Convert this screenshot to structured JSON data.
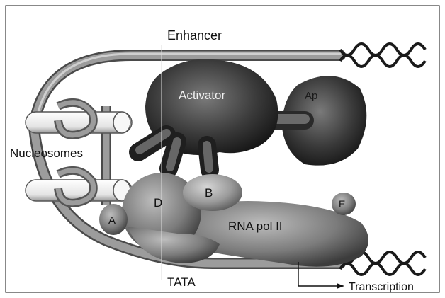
{
  "labels": {
    "enhancer": "Enhancer",
    "activator": "Activator",
    "nucleosomes": "Nucleosomes",
    "tata": "TATA",
    "transcription": "Transcription",
    "rna_pol": "RNA pol II",
    "factor_a": "A",
    "factor_b": "B",
    "factor_d": "D",
    "factor_e": "E",
    "partial_protein": "Ap"
  },
  "colors": {
    "background": "#ffffff",
    "frame": "#3a3a3a",
    "dna_tube": "#8a8a8a",
    "protein_dark": "#2b2b2b",
    "protein_mid": "#6b6b6b",
    "protein_light": "#a8a8a8",
    "nucleosome": "#eeeeee"
  }
}
